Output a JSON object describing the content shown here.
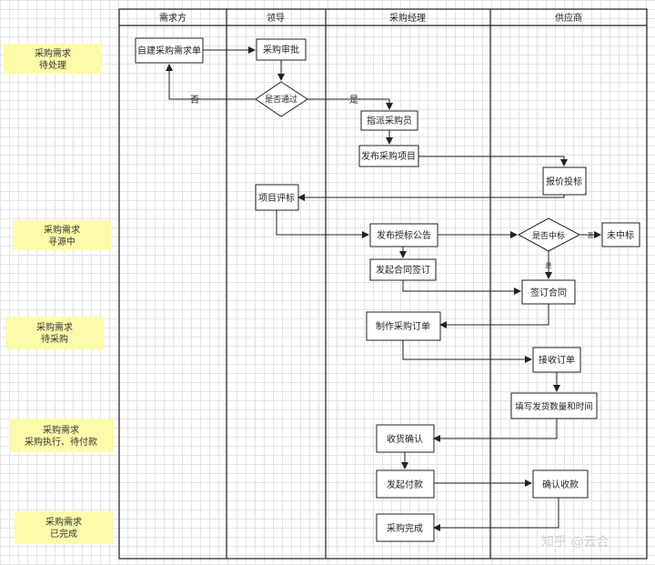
{
  "lanes": {
    "requester": "需求方",
    "leader": "领导",
    "manager": "采购经理",
    "supplier": "供应商"
  },
  "notes": [
    {
      "line1": "采购需求",
      "line2": "待处理"
    },
    {
      "line1": "采购需求",
      "line2": "寻源中"
    },
    {
      "line1": "采购需求",
      "line2": "待采购"
    },
    {
      "line1": "采购需求",
      "line2": "采购执行、待付款"
    },
    {
      "line1": "采购需求",
      "line2": "已完成"
    }
  ],
  "nodes": {
    "create_request": "自建采购需求单",
    "approve": "采购审批",
    "is_approved": "是否通过",
    "assign_buyer": "指派采购员",
    "publish_project": "发布采购项目",
    "quote_bid": "报价投标",
    "evaluate": "项目评标",
    "publish_award": "发布授标公告",
    "is_won": "是否中标",
    "not_won": "未中标",
    "start_contract": "发起合同签订",
    "sign_contract": "签订合同",
    "make_order": "制作采购订单",
    "receive_order": "接收订单",
    "fill_shipping": "填写发货数量和时间",
    "confirm_receipt": "收货确认",
    "start_payment": "发起付款",
    "confirm_payment": "确认收款",
    "complete": "采购完成"
  },
  "edge_labels": {
    "no": "否",
    "yes": "是",
    "no_small": "否",
    "yes_small": "是"
  },
  "watermark": "知乎 @云合"
}
